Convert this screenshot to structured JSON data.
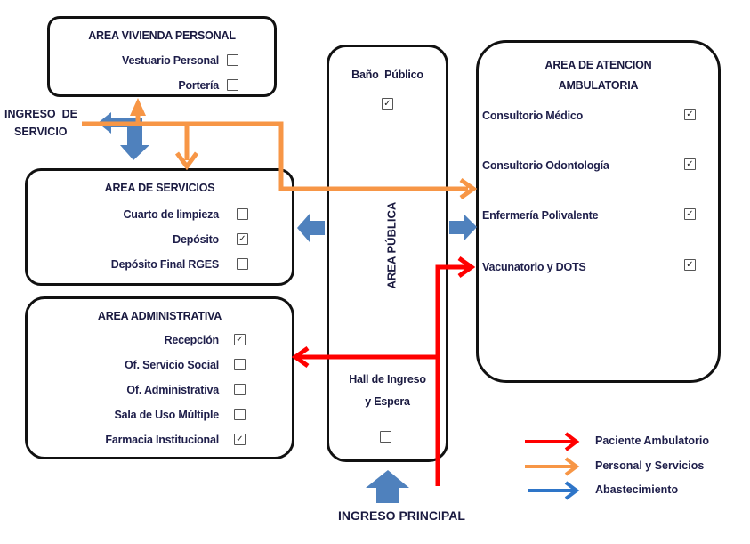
{
  "colors": {
    "patient": "#ff0000",
    "staff": "#f79646",
    "supply": "#4f81bd",
    "supply_legend": "#2e75c8",
    "border": "#111111"
  },
  "areas": {
    "vivienda": {
      "title": "AREA VIVIENDA PERSONAL",
      "items": [
        {
          "label": "Vestuario Personal",
          "checked": false
        },
        {
          "label": "Portería",
          "checked": false
        }
      ]
    },
    "servicios": {
      "title": "AREA DE SERVICIOS",
      "items": [
        {
          "label": "Cuarto de limpieza",
          "checked": false
        },
        {
          "label": "Depósito",
          "checked": true
        },
        {
          "label": "Depósito Final RGES",
          "checked": false
        }
      ]
    },
    "administrativa": {
      "title": "AREA ADMINISTRATIVA",
      "items": [
        {
          "label": "Recepción",
          "checked": true
        },
        {
          "label": "Of. Servicio Social",
          "checked": false
        },
        {
          "label": "Of. Administrativa",
          "checked": false
        },
        {
          "label": "Sala de Uso Múltiple",
          "checked": false
        },
        {
          "label": "Farmacia Institucional",
          "checked": true
        }
      ]
    },
    "publica": {
      "title": "AREA PÚBLICA",
      "top_item": {
        "label": "Baño  Público",
        "checked": true
      },
      "bottom_item": {
        "label_line1": "Hall de Ingreso",
        "label_line2": "y Espera",
        "checked": false
      }
    },
    "ambulatoria": {
      "title_line1": "AREA DE ATENCION",
      "title_line2": "AMBULATORIA",
      "items": [
        {
          "label": "Consultorio Médico",
          "checked": true
        },
        {
          "label": "Consultorio Odontología",
          "checked": true
        },
        {
          "label": "Enfermería Polivalente",
          "checked": true
        },
        {
          "label": "Vacunatorio y DOTS",
          "checked": true
        }
      ]
    }
  },
  "entrances": {
    "service_line1": "INGRESO  DE",
    "service_line2": "SERVICIO",
    "main": "INGRESO PRINCIPAL"
  },
  "legend": [
    {
      "label": "Paciente Ambulatorio",
      "color_key": "patient"
    },
    {
      "label": "Personal y Servicios",
      "color_key": "staff"
    },
    {
      "label": "Abastecimiento",
      "color_key": "supply_legend"
    }
  ],
  "tick_glyph": "✓"
}
